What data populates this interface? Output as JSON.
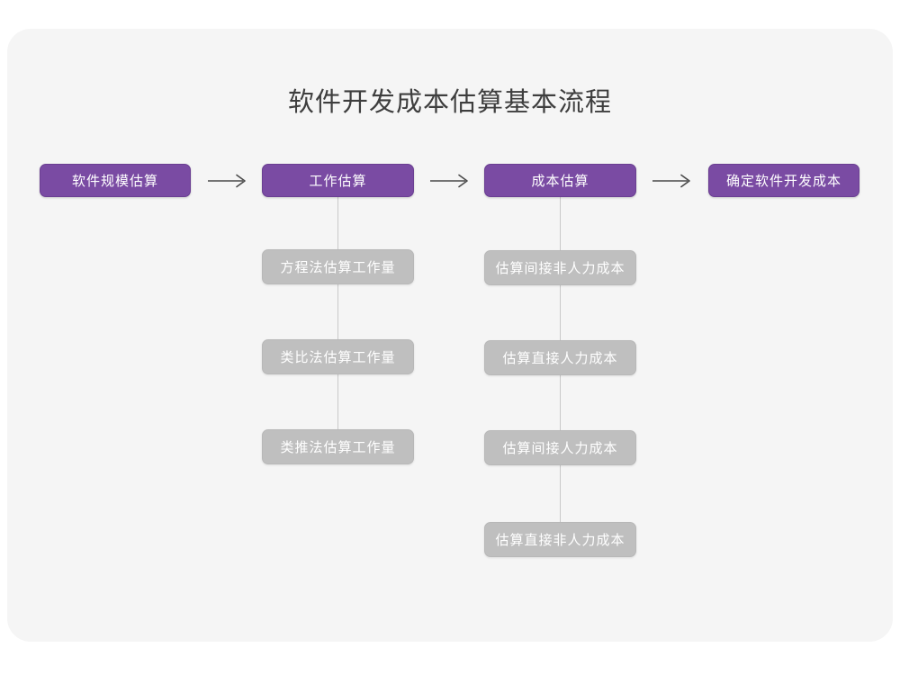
{
  "title": "软件开发成本估算基本流程",
  "colors": {
    "page_background": "#ffffff",
    "canvas_background": "#f5f5f5",
    "primary_node": "#7a4ba3",
    "primary_node_border": "#6b3f92",
    "secondary_node": "#bfbfbf",
    "node_text": "#ffffff",
    "title_text": "#3e3e3e",
    "connector_line": "#c9c9c9",
    "arrow": "#4a4a4a"
  },
  "chart_data": {
    "type": "diagram",
    "title": "软件开发成本估算基本流程",
    "orientation": "horizontal-flow-with-vertical-substeps",
    "main_flow": [
      {
        "id": "step-1",
        "label": "软件规模估算",
        "substeps": []
      },
      {
        "id": "step-2",
        "label": "工作估算",
        "substeps": [
          "方程法估算工作量",
          "类比法估算工作量",
          "类推法估算工作量"
        ]
      },
      {
        "id": "step-3",
        "label": "成本估算",
        "substeps": [
          "估算间接非人力成本",
          "估算直接人力成本",
          "估算间接人力成本",
          "估算直接非人力成本"
        ]
      },
      {
        "id": "step-4",
        "label": "确定软件开发成本",
        "substeps": []
      }
    ],
    "connectors": [
      {
        "from": "step-1",
        "to": "step-2",
        "style": "arrow-right"
      },
      {
        "from": "step-2",
        "to": "step-3",
        "style": "arrow-right"
      },
      {
        "from": "step-3",
        "to": "step-4",
        "style": "arrow-right"
      },
      {
        "from": "step-2",
        "to": "step-2-substeps",
        "style": "vertical-line"
      },
      {
        "from": "step-3",
        "to": "step-3-substeps",
        "style": "vertical-line"
      }
    ]
  },
  "nodes": {
    "step1": "软件规模估算",
    "step2": "工作估算",
    "step3": "成本估算",
    "step4": "确定软件开发成本",
    "effort": {
      "a": "方程法估算工作量",
      "b": "类比法估算工作量",
      "c": "类推法估算工作量"
    },
    "cost": {
      "a": "估算间接非人力成本",
      "b": "估算直接人力成本",
      "c": "估算间接人力成本",
      "d": "估算直接非人力成本"
    }
  },
  "arrows": {
    "glyph": "→",
    "name": "arrow-right-icon"
  }
}
